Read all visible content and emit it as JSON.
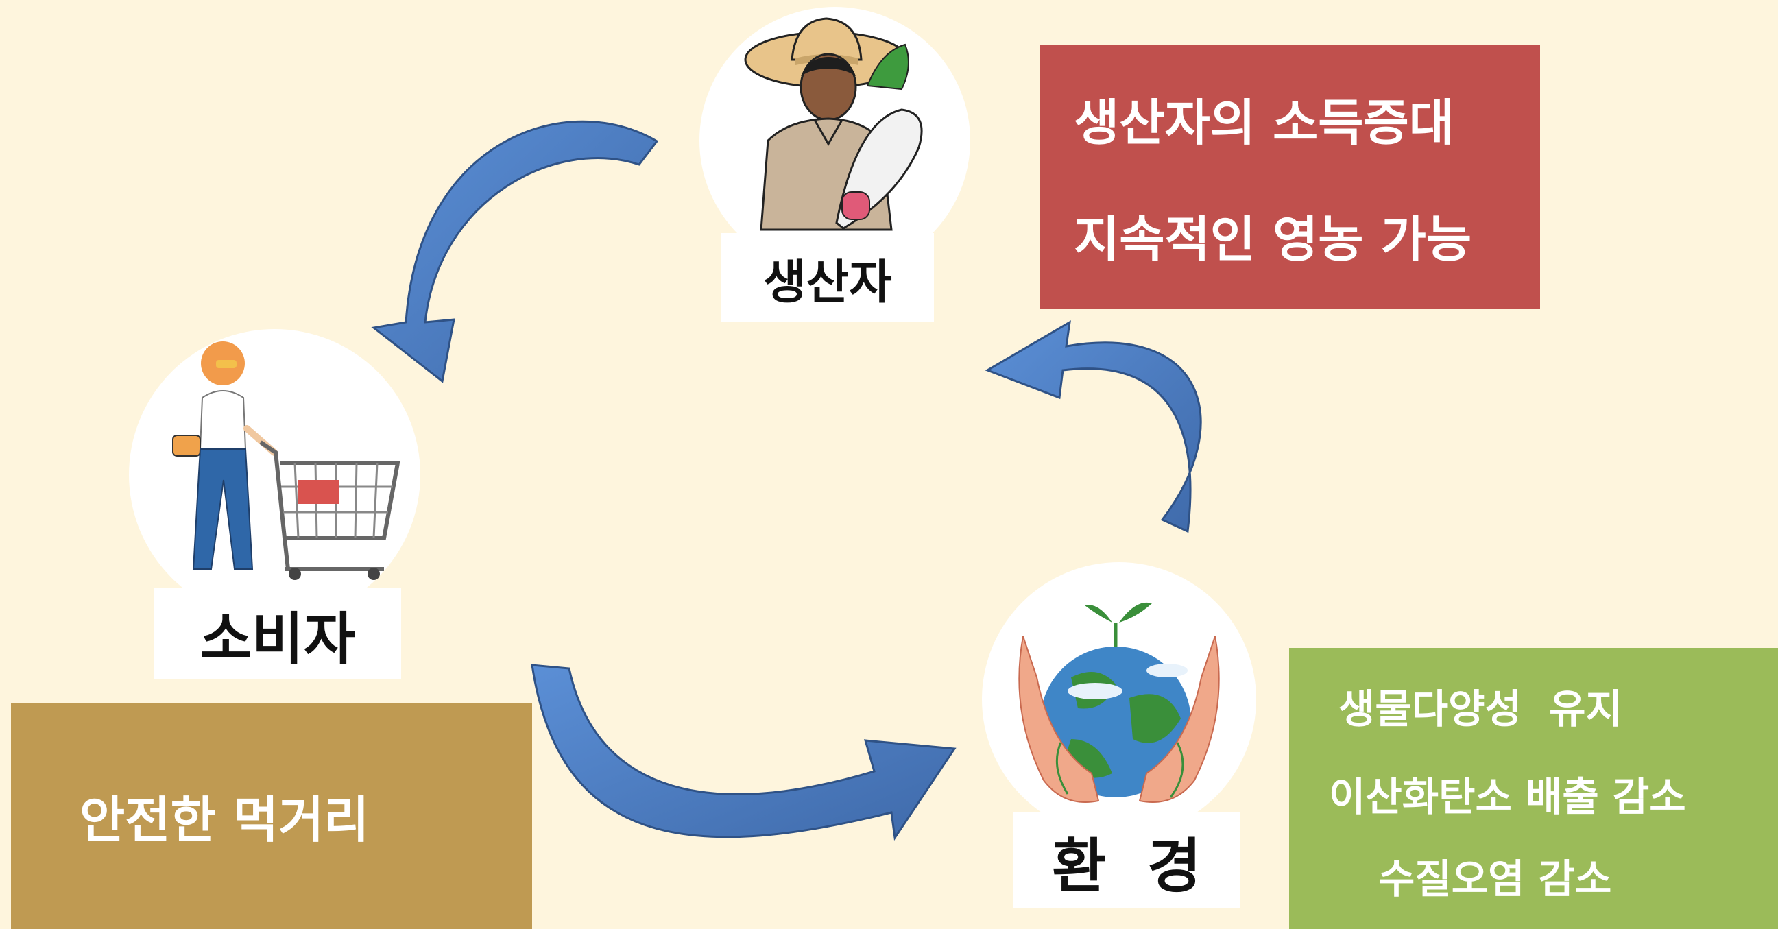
{
  "nodes": {
    "producer_label": "생산자",
    "consumer_label": "소비자",
    "environment_label": "환  경"
  },
  "boxes": {
    "producer_benefits": [
      "생산자의 소득증대",
      "지속적인 영농 가능"
    ],
    "consumer_benefits": [
      "안전한 먹거리"
    ],
    "environment_benefits": [
      "생물다양성  유지",
      "이산화탄소 배출 감소",
      "수질오염 감소"
    ]
  },
  "colors": {
    "background": "#fef5dd",
    "producer_box": "#c0504d",
    "consumer_box": "#bf9a52",
    "environment_box": "#9bbb59",
    "arrow_fill": "#4f7fc0",
    "arrow_stroke": "#2f5286"
  },
  "icons": {
    "producer": "farmer-with-radish-icon",
    "consumer": "shopper-with-cart-icon",
    "environment": "hands-holding-earth-icon"
  }
}
